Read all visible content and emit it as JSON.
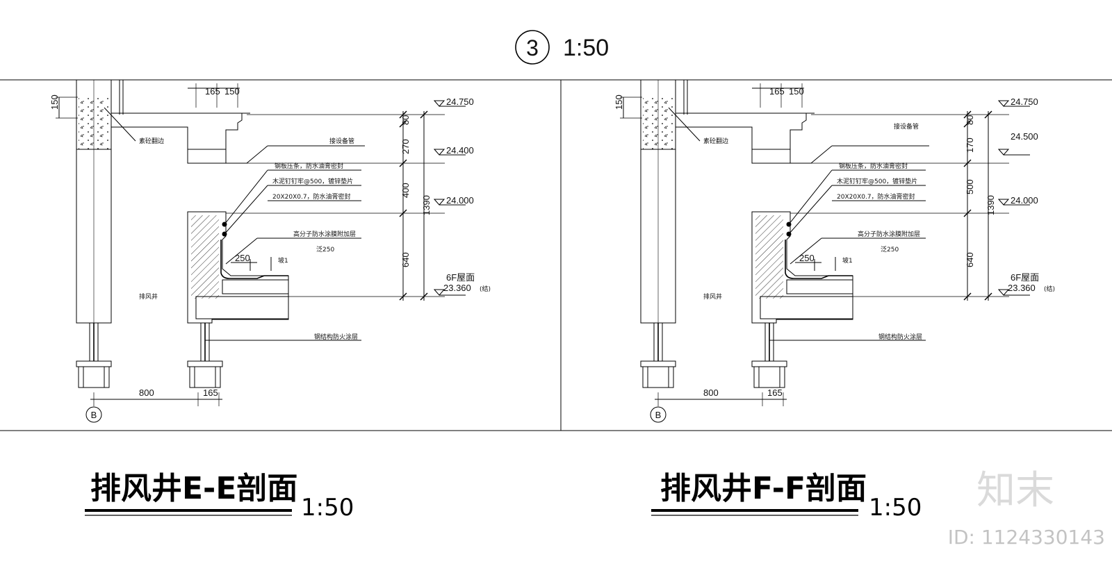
{
  "header": {
    "marker": "3",
    "scale": "1:50"
  },
  "sections": [
    {
      "title": "排风井E-E剖面",
      "scale": "1:50",
      "dims_top": [
        "165",
        "150"
      ],
      "dim_left": "150",
      "dims_vertical": [
        "80",
        "270",
        "400",
        "640"
      ],
      "dim_total": "1390",
      "elevations": [
        "24.750",
        "24.400",
        "24.000",
        "6F屋面",
        "23.360",
        "(结)"
      ],
      "dims_bottom": [
        "800",
        "165"
      ],
      "dim_250": "250",
      "slope": "坡1",
      "notes": [
        "接设备管",
        "钢板压条，防水油膏密封",
        "木泥钉钉牢@500，镀锌垫片",
        "20X20X0.7，防水油膏密封",
        "高分子防水涂膜附加层",
        "泛250",
        "钢结构防火涂层",
        "素砼翻边",
        "排风井"
      ],
      "axis": "B"
    },
    {
      "title": "排风井F-F剖面",
      "scale": "1:50",
      "dims_top": [
        "165",
        "150"
      ],
      "dim_left": "150",
      "dims_vertical": [
        "80",
        "170",
        "500",
        "640"
      ],
      "dim_total": "1390",
      "elevations": [
        "24.750",
        "24.500",
        "24.000",
        "6F屋面",
        "23.360",
        "(结)"
      ],
      "dims_bottom": [
        "800",
        "165"
      ],
      "dim_250": "250",
      "slope": "坡1",
      "notes": [
        "接设备管",
        "钢板压条，防水油膏密封",
        "木泥钉钉牢@500，镀锌垫片",
        "20X20X0.7，防水油膏密封",
        "高分子防水涂膜附加层",
        "泛250",
        "钢结构防火涂层",
        "素砼翻边",
        "排风井"
      ],
      "axis": "B"
    }
  ],
  "watermark": {
    "brand": "知末",
    "id": "ID: 1124330143"
  }
}
